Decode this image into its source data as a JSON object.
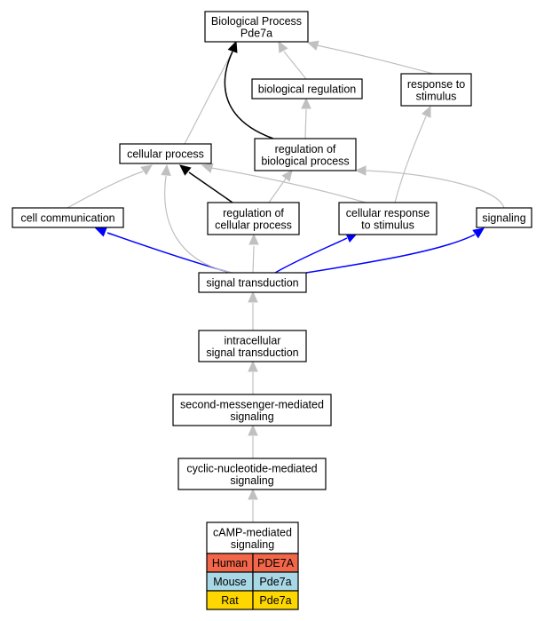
{
  "nodes": {
    "root": [
      "Biological Process",
      "Pde7a"
    ],
    "bio_reg": [
      "biological regulation"
    ],
    "resp_stim": [
      "response to",
      "stimulus"
    ],
    "cell_proc": [
      "cellular process"
    ],
    "reg_bio": [
      "regulation of",
      "biological process"
    ],
    "cell_comm": [
      "cell communication"
    ],
    "reg_cell": [
      "regulation of",
      "cellular process"
    ],
    "cell_resp": [
      "cellular response",
      "to stimulus"
    ],
    "signaling": [
      "signaling"
    ],
    "sig_trans": [
      "signal transduction"
    ],
    "intra": [
      "intracellular",
      "signal transduction"
    ],
    "second": [
      "second-messenger-mediated",
      "signaling"
    ],
    "cyclic": [
      "cyclic-nucleotide-mediated",
      "signaling"
    ],
    "camp": [
      "cAMP-mediated",
      "signaling"
    ]
  },
  "gene_table": [
    {
      "species": "Human",
      "gene": "PDE7A",
      "color": "#f26649"
    },
    {
      "species": "Mouse",
      "gene": "Pde7a",
      "color": "#a8d8e6"
    },
    {
      "species": "Rat",
      "gene": "Pde7a",
      "color": "#ffd700"
    }
  ],
  "edge_colors": {
    "is_a": "#c0c0c0",
    "regulates": "#000000",
    "part_of": "#0000ff"
  }
}
